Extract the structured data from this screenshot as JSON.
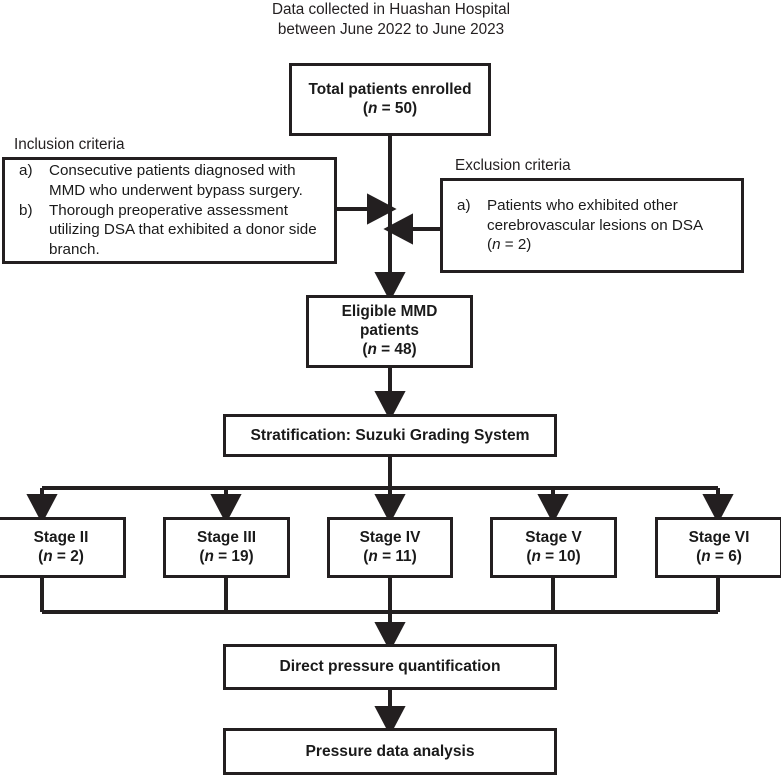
{
  "caption": "Data collected in Huashan Hospital between June 2022 to June 2023",
  "colors": {
    "stroke": "#231f20",
    "fill": "#ffffff",
    "text": "#1a1a1a"
  },
  "nodes": {
    "total_patients": {
      "line1": "Total patients enrolled",
      "line2_pre": "(",
      "line2_n": "n",
      "line2_post": " = 50)"
    },
    "eligible": {
      "line1": "Eligible MMD",
      "line2": "patients",
      "line3_pre": "(",
      "line3_n": "n",
      "line3_post": " = 48)"
    },
    "stratification": {
      "label": "Stratification: Suzuki Grading System"
    },
    "direct_pressure": {
      "label": "Direct pressure quantification"
    },
    "pressure_analysis": {
      "label": "Pressure data analysis"
    }
  },
  "inclusion": {
    "title": "Inclusion criteria",
    "items": [
      {
        "marker": "a)",
        "text": "Consecutive patients diagnosed with MMD who underwent bypass surgery."
      },
      {
        "marker": "b)",
        "text": "Thorough preoperative assessment utilizing DSA that exhibited a donor side branch."
      }
    ]
  },
  "exclusion": {
    "title": "Exclusion criteria",
    "items": [
      {
        "marker": "a)",
        "text": "Patients who exhibited other cerebrovascular lesions on DSA",
        "n_pre": "(",
        "n_sym": "n",
        "n_post": " = 2)"
      }
    ]
  },
  "stages": [
    {
      "label": "Stage II",
      "n_pre": "(",
      "n_sym": "n",
      "n_post": " = 2)"
    },
    {
      "label": "Stage III",
      "n_pre": "(",
      "n_sym": "n",
      "n_post": " = 19)"
    },
    {
      "label": "Stage IV",
      "n_pre": "(",
      "n_sym": "n",
      "n_post": " = 11)"
    },
    {
      "label": "Stage V",
      "n_pre": "(",
      "n_sym": "n",
      "n_post": " = 10)"
    },
    {
      "label": "Stage VI",
      "n_pre": "(",
      "n_sym": "n",
      "n_post": " = 6)"
    }
  ]
}
